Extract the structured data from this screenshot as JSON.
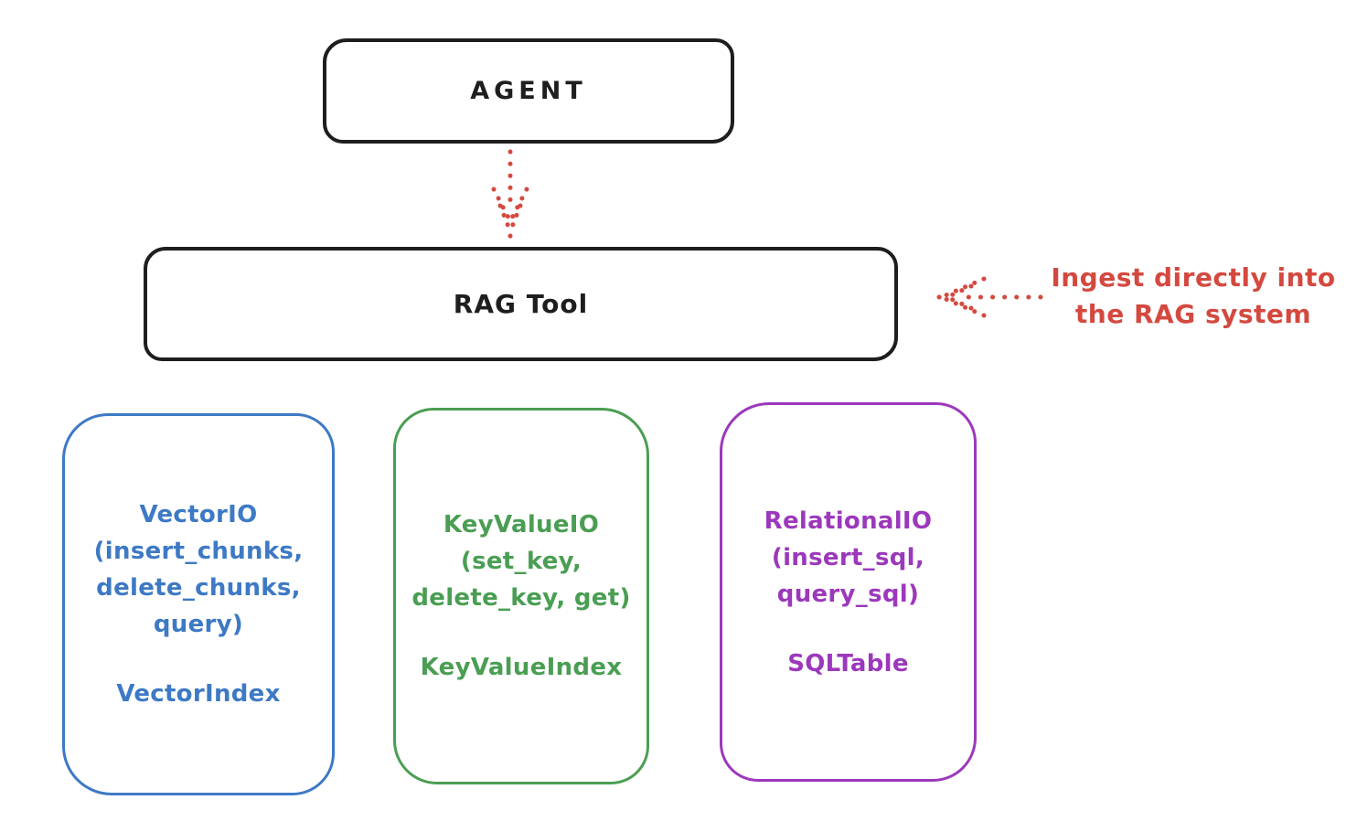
{
  "diagram": {
    "agent_box": {
      "label": "AGENT"
    },
    "rag_tool_box": {
      "label": "RAG Tool"
    },
    "agent_to_rag_arrow": {
      "style": "dotted",
      "direction": "down",
      "color": "#d4493f"
    },
    "annotation": {
      "line1": "Ingest directly into",
      "line2": "the RAG system",
      "arrow_direction": "left",
      "color": "#d4493f"
    },
    "io_boxes": [
      {
        "name": "vector-io",
        "color": "#3d79c5",
        "io_label": "VectorIO\n(insert_chunks,\ndelete_chunks,\nquery)",
        "index_label": "VectorIndex"
      },
      {
        "name": "keyvalue-io",
        "color": "#4a9e53",
        "io_label": "KeyValueIO\n(set_key,\ndelete_key, get)",
        "index_label": "KeyValueIndex"
      },
      {
        "name": "relational-io",
        "color": "#9c38bb",
        "io_label": "RelationalIO\n(insert_sql,\nquery_sql)",
        "index_label": "SQLTable"
      }
    ],
    "colors": {
      "stroke": "#1e1e1e",
      "red": "#d4493f",
      "blue": "#3d79c5",
      "green": "#4a9e53",
      "purple": "#9c38bb",
      "background": "#ffffff"
    }
  }
}
